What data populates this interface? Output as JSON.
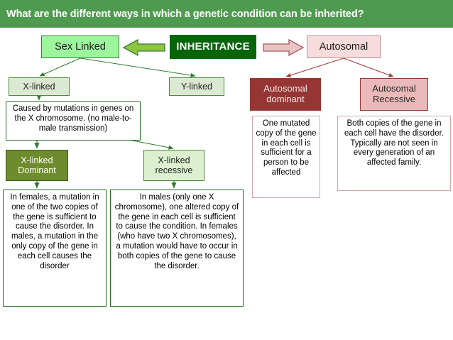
{
  "header": {
    "title": "What are the different ways in which a genetic condition can be inherited?",
    "bg_color": "#4E9A4E",
    "text_color": "#FFFFFF"
  },
  "diagram": {
    "type": "flowchart",
    "root": {
      "label": "INHERITANCE",
      "bg_color": "#056608",
      "text_color": "#FFFFFF"
    },
    "branches": [
      {
        "id": "sex-linked",
        "label": "Sex Linked",
        "bg_color": "#9CF79C",
        "border_color": "#3E7A3E",
        "arrow": {
          "name": "left-block-arrow",
          "direction": "left",
          "fill": "#8CC63F",
          "stroke": "#3E7A3E"
        },
        "children": [
          {
            "id": "x-linked",
            "label": "X-linked",
            "bg_color": "#DCE9D2",
            "border_color": "#4E8A3C",
            "description": "Caused by mutations in genes on the X chromosome. (no male-to-male transmission)",
            "children": [
              {
                "id": "x-linked-dominant",
                "label": "X-linked Dominant",
                "bg_color": "#6E8B2E",
                "text_color": "#FFFFFF",
                "description": "In females, a mutation in one of the two copies of the gene is sufficient to cause the disorder. In males, a mutation in the only copy of the gene in each cell causes the disorder"
              },
              {
                "id": "x-linked-recessive",
                "label": "X-linked recessive",
                "bg_color": "#DCEFCE",
                "text_color": "#222222",
                "description": "In males (only one X chromosome), one altered copy of the gene in each cell is sufficient to cause the condition. In females (who have two X chromosomes), a mutation would have to occur in both copies of the gene to cause the disorder."
              }
            ]
          },
          {
            "id": "y-linked",
            "label": "Y-linked",
            "bg_color": "#DCE9D2",
            "border_color": "#4E8A3C"
          }
        ]
      },
      {
        "id": "autosomal",
        "label": "Autosomal",
        "bg_color": "#F6DCDC",
        "border_color": "#C08C8C",
        "arrow": {
          "name": "right-block-arrow",
          "direction": "right",
          "fill": "#E8C4C4",
          "stroke": "#A85A5A"
        },
        "children": [
          {
            "id": "autosomal-dominant",
            "label": "Autosomal dominant",
            "bg_color": "#963634",
            "text_color": "#F5E7E7",
            "description": "One mutated copy of the gene in each cell is sufficient for a person to be affected"
          },
          {
            "id": "autosomal-recessive",
            "label": "Autosomal Recessive",
            "bg_color": "#EBB9B9",
            "text_color": "#262626",
            "description": "Both copies of the gene in each cell have the disorder. Typically are not seen in every generation of an affected family."
          }
        ]
      }
    ]
  }
}
